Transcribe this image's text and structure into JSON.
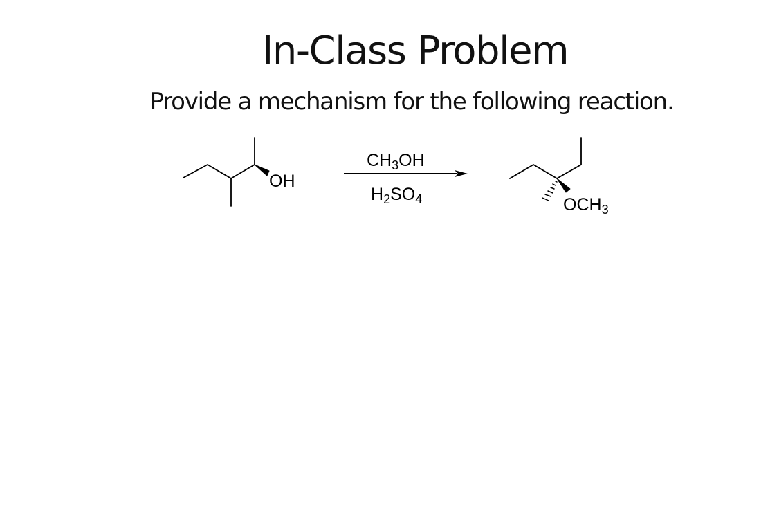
{
  "slide": {
    "title": "In-Class Problem",
    "subtitle": "Provide a mechanism for the following reaction."
  },
  "reaction": {
    "reactant": {
      "name": "3-methylpentan-2-ol (wedged OH)",
      "label": "OH"
    },
    "reagents": {
      "above": {
        "main1": "CH",
        "sub1": "3",
        "main2": "OH"
      },
      "below": {
        "main1": "H",
        "sub1": "2",
        "main2": "SO",
        "sub2": "4"
      }
    },
    "product": {
      "name": "3-methoxy-3-methylpentane",
      "label_main": "OCH",
      "label_sub": "3"
    }
  }
}
